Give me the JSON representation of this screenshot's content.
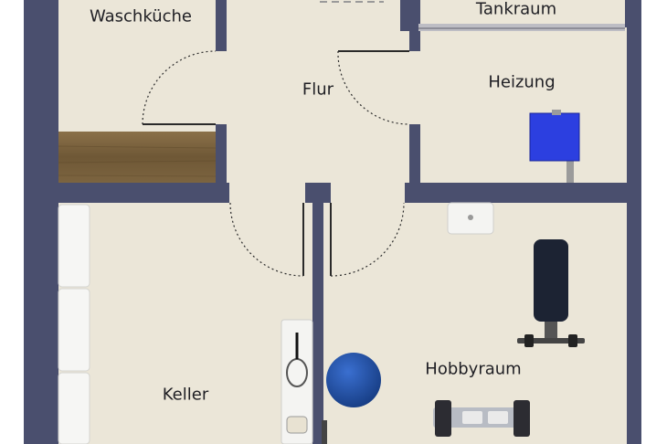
{
  "floorplan": {
    "rooms": [
      {
        "id": "waschkueche",
        "label": "Waschküche"
      },
      {
        "id": "tankraum",
        "label": "Tankraum"
      },
      {
        "id": "flur",
        "label": "Flur"
      },
      {
        "id": "heizung",
        "label": "Heizung"
      },
      {
        "id": "keller",
        "label": "Keller"
      },
      {
        "id": "hobbyraum",
        "label": "Hobbyraum"
      }
    ],
    "colors": {
      "wall": "#4a4f6e",
      "floor": "#ebe6d8",
      "wood": "#7a6240",
      "heater": "#2c3fe0",
      "ball": "#1f4fa8",
      "shelf": "#f4f4f2"
    }
  }
}
